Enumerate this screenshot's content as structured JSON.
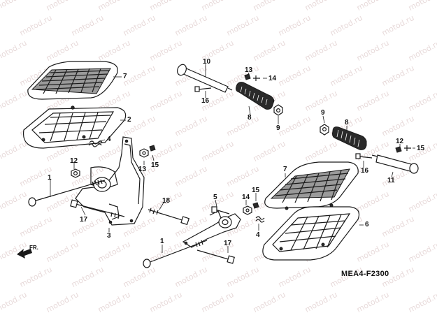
{
  "diagram": {
    "watermark_text": "motod.ru",
    "diagram_code": "MEA4-F2300",
    "direction_label": "FR.",
    "callouts": [
      "1",
      "1",
      "2",
      "3",
      "4",
      "4",
      "5",
      "6",
      "7",
      "7",
      "8",
      "8",
      "9",
      "9",
      "10",
      "10",
      "11",
      "12",
      "12",
      "13",
      "13",
      "14",
      "14",
      "15",
      "15",
      "16",
      "16",
      "17",
      "17",
      "18"
    ]
  }
}
